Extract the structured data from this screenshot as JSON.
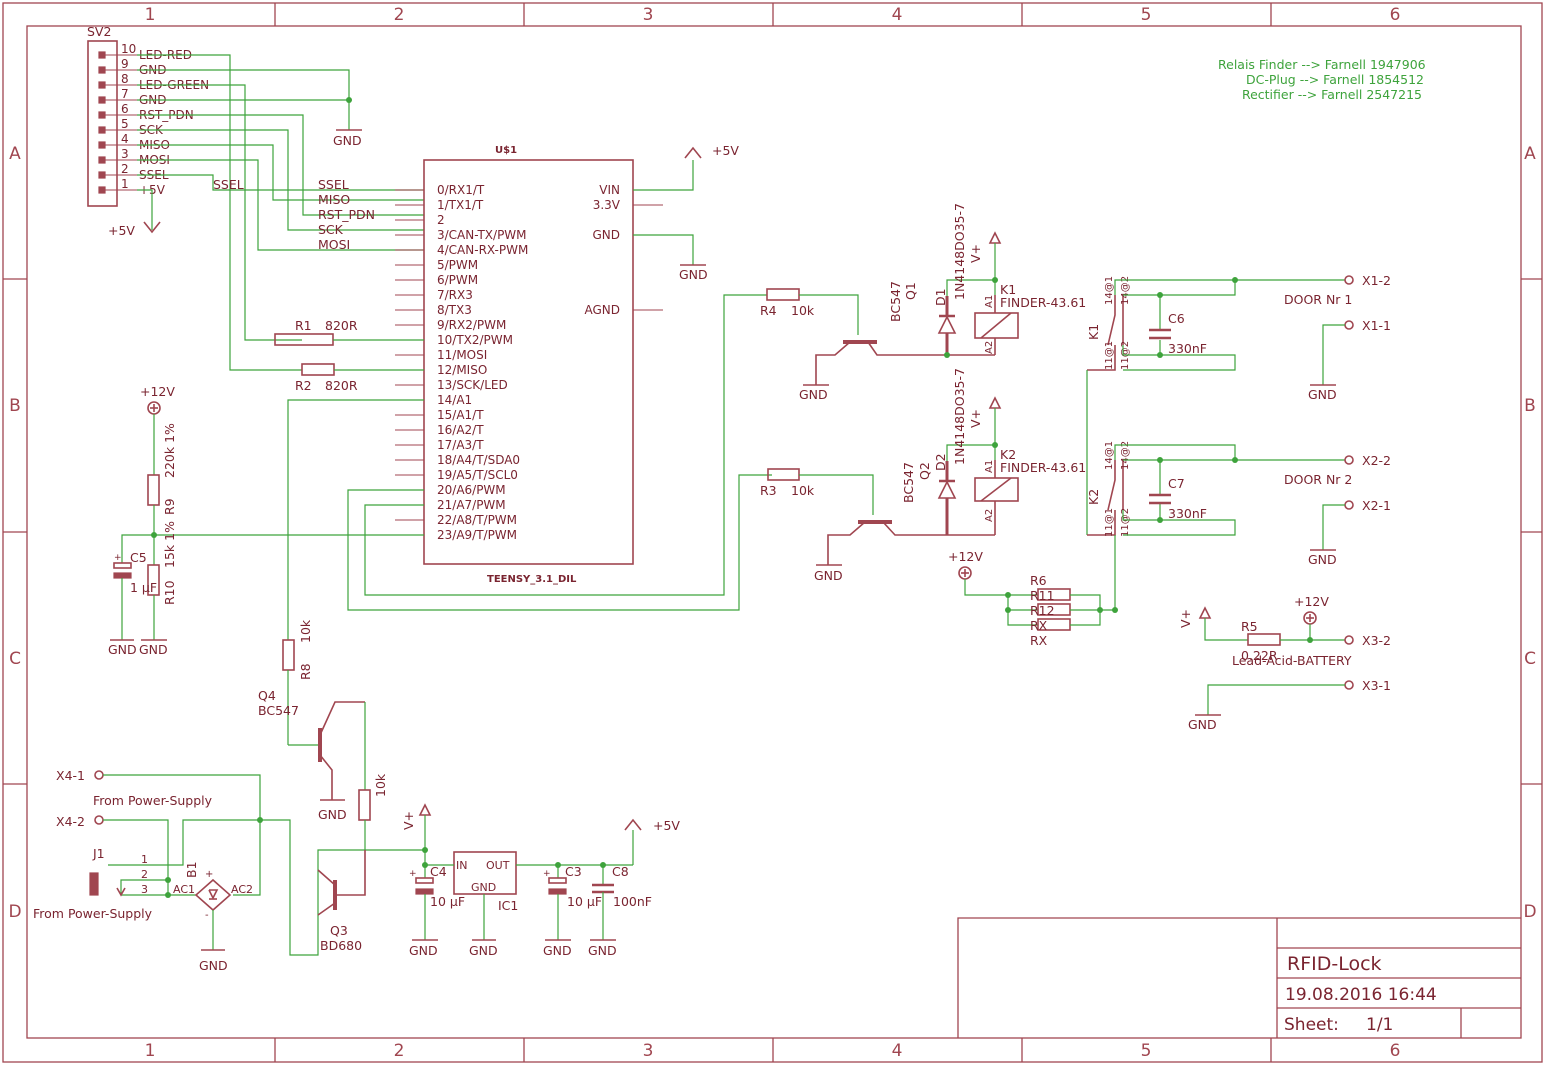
{
  "frame": {
    "columns": [
      "1",
      "2",
      "3",
      "4",
      "5",
      "6"
    ],
    "rows": [
      "A",
      "B",
      "C",
      "D"
    ]
  },
  "title_block": {
    "title": "RFID-Lock",
    "date": "19.08.2016 16:44",
    "sheet_label": "Sheet:",
    "sheet_value": "1/1"
  },
  "notes": [
    "Relais Finder --> Farnell 1947906",
    "DC-Plug --> Farnell 1854512",
    "Rectifier --> Farnell 2547215"
  ],
  "connector_sv2": {
    "name": "SV2",
    "pins": [
      {
        "num": "10",
        "label": "LED-RED"
      },
      {
        "num": "9",
        "label": "GND"
      },
      {
        "num": "8",
        "label": "LED-GREEN"
      },
      {
        "num": "7",
        "label": "GND"
      },
      {
        "num": "6",
        "label": "RST_PDN"
      },
      {
        "num": "5",
        "label": "SCK"
      },
      {
        "num": "4",
        "label": "MISO"
      },
      {
        "num": "3",
        "label": "MOSI"
      },
      {
        "num": "2",
        "label": "SSEL"
      },
      {
        "num": "1",
        "label": "+5V"
      }
    ]
  },
  "teensy": {
    "name": "U$1",
    "value": "TEENSY_3.1_DIL",
    "left_pins": [
      "0/RX1/T",
      "1/TX1/T",
      "2",
      "3/CAN-TX/PWM",
      "4/CAN-RX-PWM",
      "5/PWM",
      "6/PWM",
      "7/RX3",
      "8/TX3",
      "9/RX2/PWM",
      "10/TX2/PWM",
      "11/MOSI",
      "12/MISO",
      "13/SCK/LED",
      "14/A1",
      "15/A1/T",
      "16/A2/T",
      "17/A3/T",
      "18/A4/T/SDA0",
      "19/A5/T/SCL0",
      "20/A6/PWM",
      "21/A7/PWM",
      "22/A8/T/PWM",
      "23/A9/T/PWM"
    ],
    "right_pins": [
      "VIN",
      "3.3V",
      "GND",
      "AGND"
    ]
  },
  "net_labels": [
    "SSEL",
    "MISO",
    "RST_PDN",
    "SCK",
    "MOSI",
    "SSEL"
  ],
  "supply": {
    "p5v": "+5V",
    "p12v": "+12V",
    "vplus": "V+",
    "gnd": "GND"
  },
  "parts": {
    "r1": {
      "name": "R1",
      "value": "820R"
    },
    "r2": {
      "name": "R2",
      "value": "820R"
    },
    "r3": {
      "name": "R3",
      "value": "10k"
    },
    "r4": {
      "name": "R4",
      "value": "10k"
    },
    "r5": {
      "name": "R5",
      "value": "0.22R"
    },
    "r6": {
      "name": "R6",
      "value": "RX"
    },
    "r8": {
      "name": "R8",
      "value": "10k"
    },
    "r9": {
      "name": "R9",
      "value": "220k 1%"
    },
    "r10": {
      "name": "R10",
      "value": "15k 1%"
    },
    "rq3": {
      "value": "10k"
    },
    "rx_labels": [
      "R11",
      "R12",
      "RX",
      "RX"
    ],
    "c3": {
      "name": "C3",
      "value": "10 µF"
    },
    "c4": {
      "name": "C4",
      "value": "10 µF"
    },
    "c5": {
      "name": "C5",
      "value": "1 µF"
    },
    "c6": {
      "name": "C6",
      "value": "330nF"
    },
    "c7": {
      "name": "C7",
      "value": "330nF"
    },
    "c8": {
      "name": "C8",
      "value": "100nF"
    },
    "d1": {
      "name": "D1",
      "value": "1N4148DO35-7"
    },
    "d2": {
      "name": "D2",
      "value": "1N4148DO35-7"
    },
    "q1": {
      "name": "Q1",
      "value": "BC547"
    },
    "q2": {
      "name": "Q2",
      "value": "BC547"
    },
    "q3": {
      "name": "Q3",
      "value": "BD680"
    },
    "q4": {
      "name": "Q4",
      "value": "BC547"
    },
    "k1": {
      "name": "K1",
      "value": "FINDER-43.61",
      "a1": "A1",
      "a2": "A2"
    },
    "k2": {
      "name": "K2",
      "value": "FINDER-43.61",
      "a1": "A1",
      "a2": "A2"
    },
    "k1_contact": {
      "name": "K1",
      "p1": "14@1",
      "p2": "14@2",
      "p3": "11@1",
      "p4": "11@2"
    },
    "k2_contact": {
      "name": "K2",
      "p1": "14@1",
      "p2": "14@2",
      "p3": "11@1",
      "p4": "11@2"
    },
    "ic1": {
      "name": "IC1",
      "in": "IN",
      "out": "OUT",
      "gnd": "GND"
    },
    "b1": {
      "name": "B1",
      "ac1": "AC1",
      "ac2": "AC2",
      "plus": "+",
      "minus": "-"
    },
    "j1": {
      "name": "J1",
      "pins": [
        "1",
        "2",
        "3"
      ]
    }
  },
  "terminals": {
    "x1_2": "X1-2",
    "x1_1": "X1-1",
    "x2_2": "X2-2",
    "x2_1": "X2-1",
    "x3_2": "X3-2",
    "x3_1": "X3-1",
    "x4_1": "X4-1",
    "x4_2": "X4-2",
    "door1": "DOOR Nr 1",
    "door2": "DOOR Nr 2",
    "battery": "Lead-Acid-BATTERY",
    "from_supply": "From Power-Supply"
  }
}
